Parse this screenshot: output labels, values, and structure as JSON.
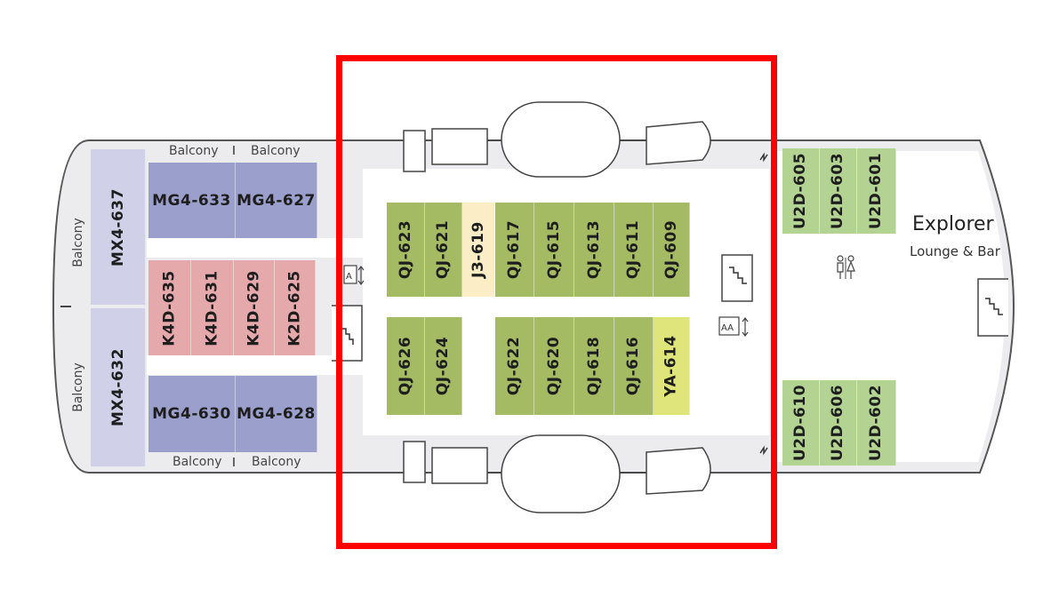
{
  "cabins": {
    "r1": [
      "QJ-623",
      "QJ-621",
      "J3-619",
      "QJ-617",
      "QJ-615",
      "QJ-613",
      "QJ-611",
      "QJ-609"
    ],
    "r2": [
      "QJ-626",
      "QJ-624",
      "QJ-622",
      "QJ-620",
      "QJ-618",
      "QJ-616",
      "YA-614"
    ],
    "fwd_top": [
      "U2D-605",
      "U2D-603",
      "U2D-601"
    ],
    "fwd_bot": [
      "U2D-610",
      "U2D-606",
      "U2D-602"
    ],
    "pink": [
      "K4D-635",
      "K4D-631",
      "K4D-629",
      "K2D-625"
    ],
    "mg_top": [
      "MG4-633",
      "MG4-627"
    ],
    "mg_bot": [
      "MG4-630",
      "MG4-628"
    ],
    "mx": [
      "MX4-637",
      "MX4-632"
    ]
  },
  "balcony_label": "Balcony",
  "lounge": {
    "title": "Explorer",
    "subtitle": "Lounge & Bar"
  },
  "highlight_color": "#ff0000",
  "icons": [
    "stairs-icon",
    "elevator-icon",
    "restroom-icon"
  ]
}
